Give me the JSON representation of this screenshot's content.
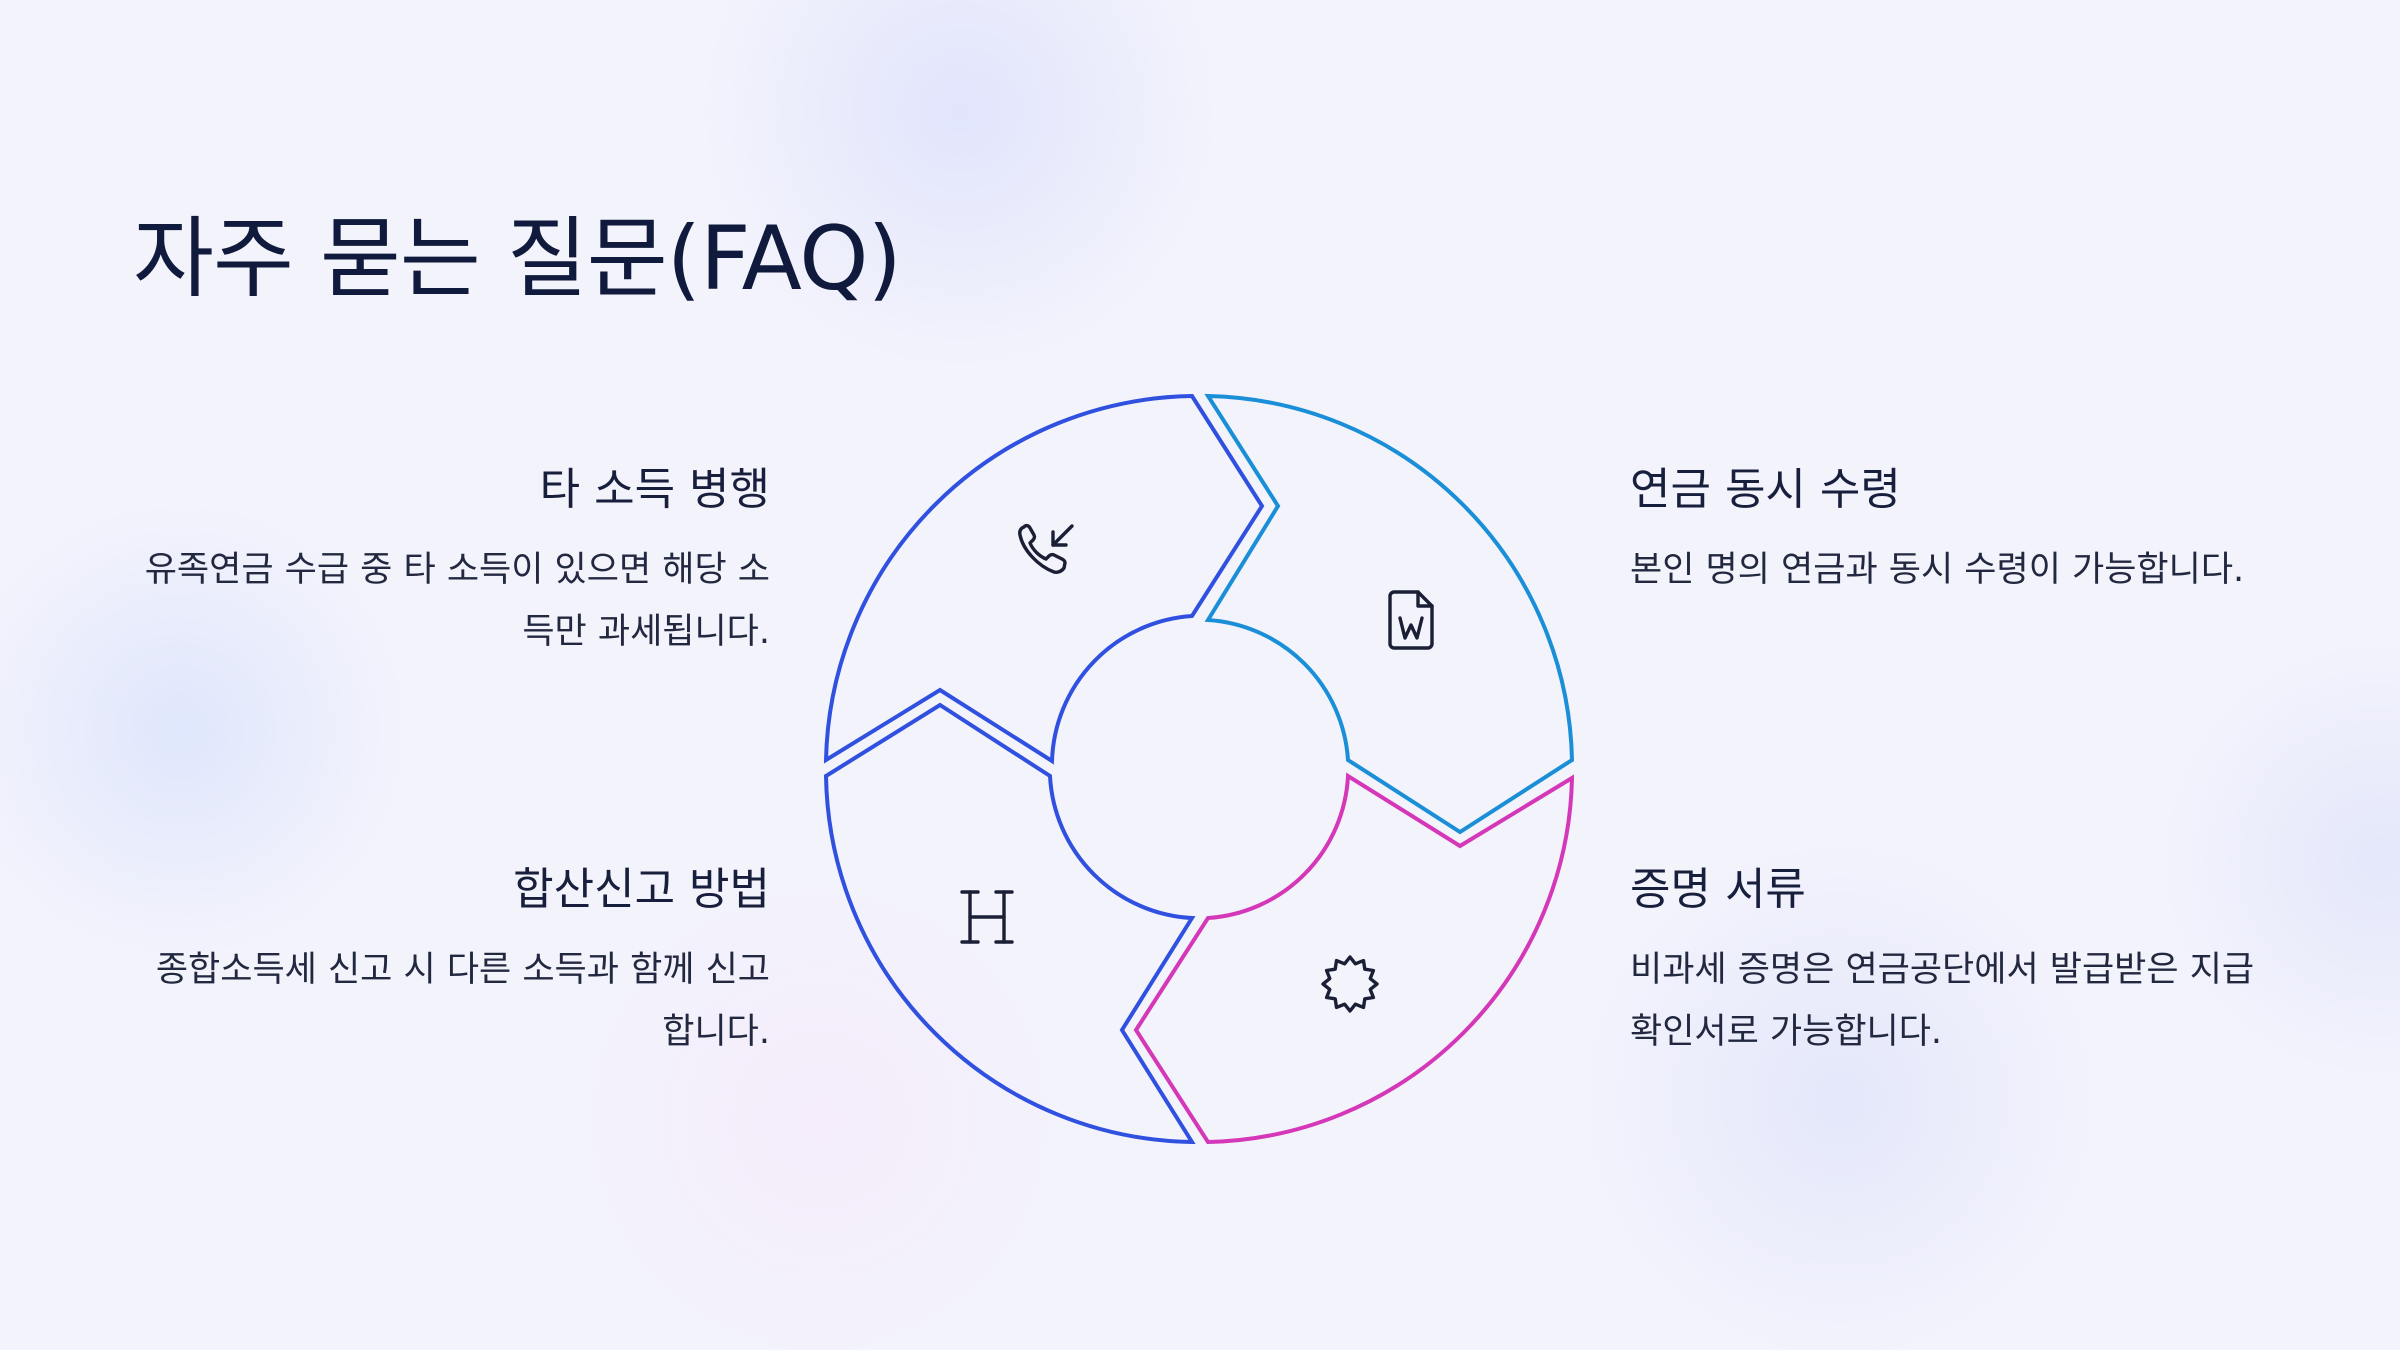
{
  "title": "자주 묻는 질문(FAQ)",
  "items": [
    {
      "id": "tl",
      "title": "타 소득 병행",
      "desc": "유족연금 수급 중 타 소득이 있으면 해당 소득만 과세됩니다.",
      "icon": "phone-incoming-icon"
    },
    {
      "id": "tr",
      "title": "연금 동시 수령",
      "desc": "본인 명의 연금과 동시 수령이 가능합니다.",
      "icon": "word-document-icon"
    },
    {
      "id": "bl",
      "title": "합산신고 방법",
      "desc": "종합소득세 신고 시 다른 소득과 함께 신고합니다.",
      "icon": "heading-icon"
    },
    {
      "id": "br",
      "title": "증명 서류",
      "desc": "비과세 증명은 연금공단에서 발급받은 지급확인서로 가능합니다.",
      "icon": "badge-icon"
    }
  ],
  "colors": {
    "text": "#101a3c",
    "blue": "#3050e0",
    "cyan": "#1a8fd8",
    "magenta": "#d438b8",
    "icon": "#1a1f36"
  }
}
